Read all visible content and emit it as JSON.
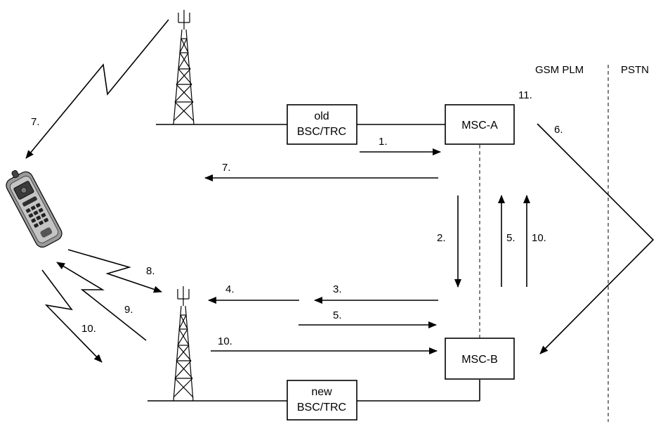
{
  "network_labels": {
    "gsm_plm": "GSM PLM",
    "pstn": "PSTN"
  },
  "nodes": {
    "old_bsc_line1": "old",
    "old_bsc_line2": "BSC/TRC",
    "new_bsc_line1": "new",
    "new_bsc_line2": "BSC/TRC",
    "msc_a": "MSC-A",
    "msc_b": "MSC-B"
  },
  "steps": {
    "s1": "1.",
    "s2": "2.",
    "s3": "3.",
    "s4": "4.",
    "s5_up": "5.",
    "s5_right": "5.",
    "s6": "6.",
    "s7_top": "7.",
    "s7_mid": "7.",
    "s8": "8.",
    "s9": "9.",
    "s10_up": "10.",
    "s10_right": "10.",
    "s10_radio": "10.",
    "s11": "11."
  }
}
